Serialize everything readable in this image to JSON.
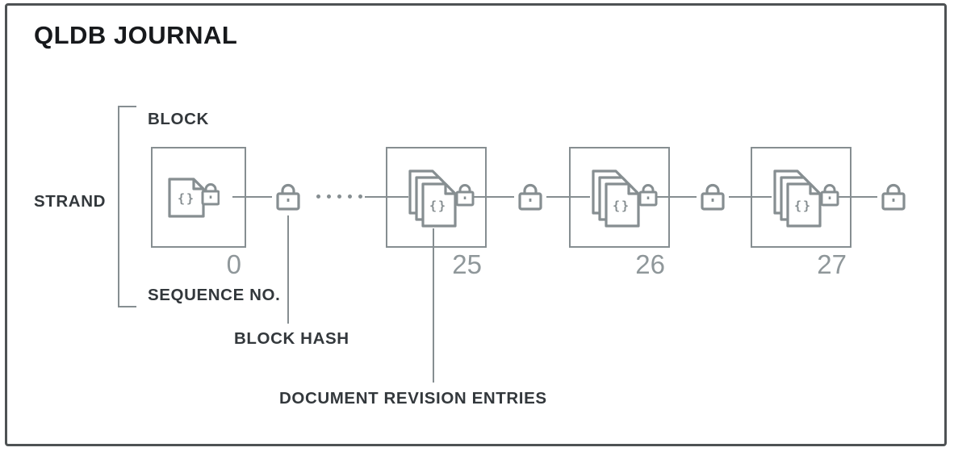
{
  "title": "QLDB JOURNAL",
  "labels": {
    "strand": "STRAND",
    "block": "BLOCK",
    "sequence_no": "SEQUENCE NO.",
    "block_hash": "BLOCK HASH",
    "document_revision_entries": "DOCUMENT REVISION ENTRIES"
  },
  "blocks": [
    {
      "sequence_no": "0",
      "icon": "json-document-lock-icon"
    },
    {
      "sequence_no": "25",
      "icon": "json-document-stack-lock-icon"
    },
    {
      "sequence_no": "26",
      "icon": "json-document-stack-lock-icon"
    },
    {
      "sequence_no": "27",
      "icon": "json-document-stack-lock-icon"
    }
  ],
  "icons": {
    "code_braces": "{}"
  },
  "colors": {
    "diagram_gray": "#868e91",
    "seq_gray": "#8f979a",
    "label_dark": "#33383c",
    "title_dark": "#17191c",
    "frame_border": "#4e5254",
    "bg": "#ffffff"
  }
}
